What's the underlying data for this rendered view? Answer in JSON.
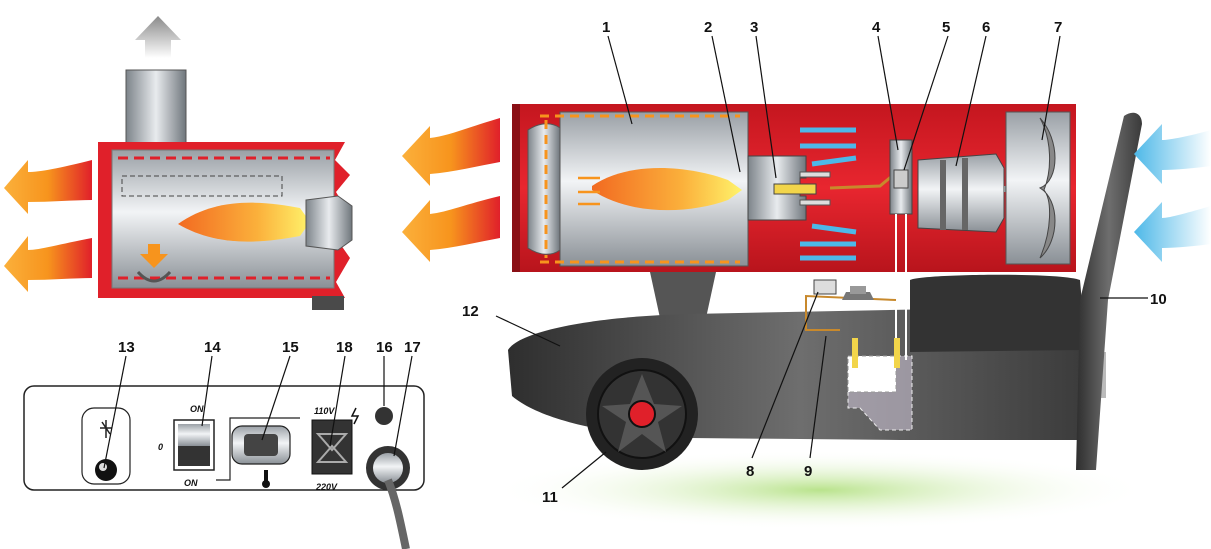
{
  "labels": {
    "l1": "1",
    "l2": "2",
    "l3": "3",
    "l4": "4",
    "l5": "5",
    "l6": "6",
    "l7": "7",
    "l8": "8",
    "l9": "9",
    "l10": "10",
    "l11": "11",
    "l12": "12",
    "l13": "13",
    "l14": "14",
    "l15": "15",
    "l16": "16",
    "l17": "17",
    "l18": "18"
  },
  "panel": {
    "on_top": "ON",
    "off": "0",
    "on_bottom": "ON",
    "voltage_top": "110V",
    "voltage_bottom": "220V"
  },
  "colors": {
    "body_red": "#e0202a",
    "flame_orange": "#f7941d",
    "air_blue": "#4db8e8",
    "chassis_grey": "#4a4a4a"
  }
}
